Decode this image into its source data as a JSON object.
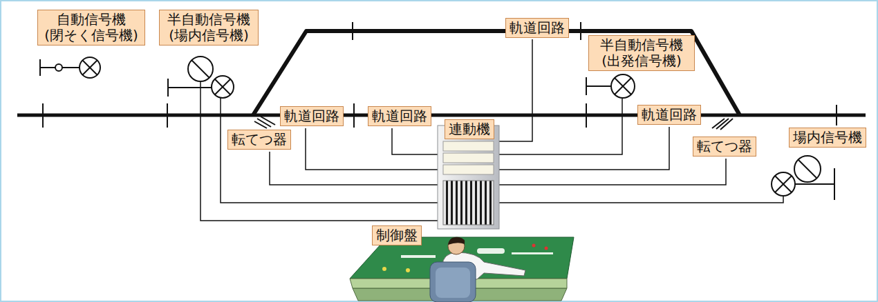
{
  "diagram": {
    "nodes": [
      {
        "text": [
          "自動信号機 (閉そく信号機)"
        ]
      },
      {
        "text": [
          "半自動信号機 (場内信号機)"
        ]
      },
      {
        "text": [
          "軌道回路"
        ]
      },
      {
        "text": [
          "半自動信号機 (出発信号機)"
        ]
      },
      {
        "text": [
          "軌道回路"
        ]
      },
      {
        "text": [
          "軌道回路"
        ]
      },
      {
        "text": [
          "連動機"
        ]
      },
      {
        "text": [
          "軌道回路"
        ]
      },
      {
        "text": [
          "転てつ器"
        ]
      },
      {
        "text": [
          "転てつ器"
        ]
      },
      {
        "text": [
          "場内信号機"
        ]
      },
      {
        "text": [
          "制御盤"
        ]
      }
    ]
  }
}
